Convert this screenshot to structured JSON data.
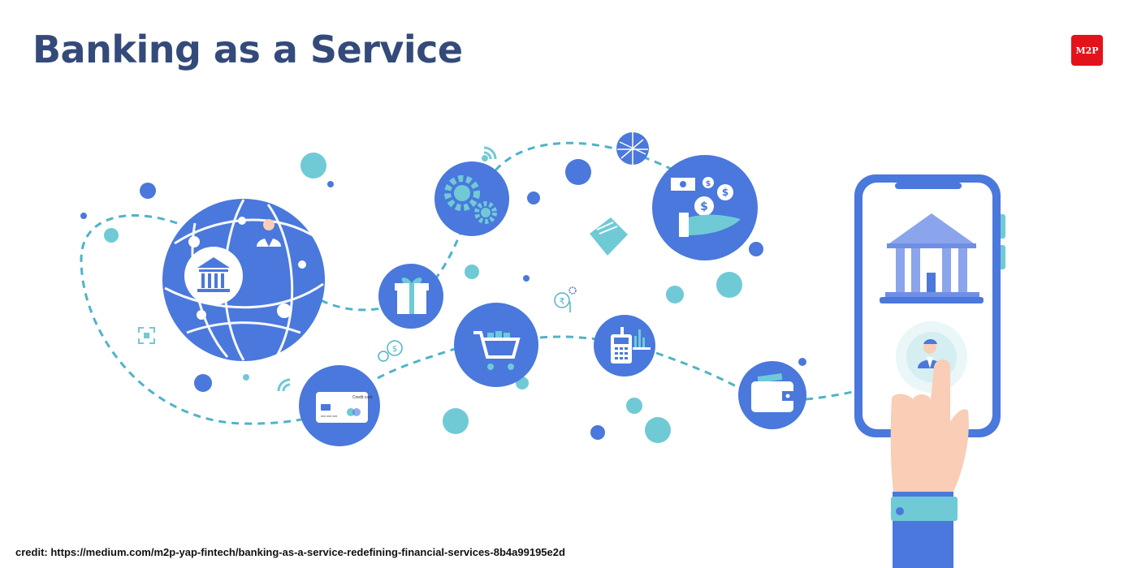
{
  "slide": {
    "title": "Banking as a Service",
    "logo_text": "M2P",
    "credit": "credit: https://medium.com/m2p-yap-fintech/banking-as-a-service-redefining-financial-services-8b4a99195e2d"
  },
  "illustration": {
    "card_label": "Credit card",
    "card_number": "xxx xxx xxx"
  },
  "colors": {
    "primary": "#4a78dc",
    "accent": "#6fcad6",
    "title": "#344a7a",
    "logo": "#e3131b",
    "skin": "#f9cdb6"
  }
}
